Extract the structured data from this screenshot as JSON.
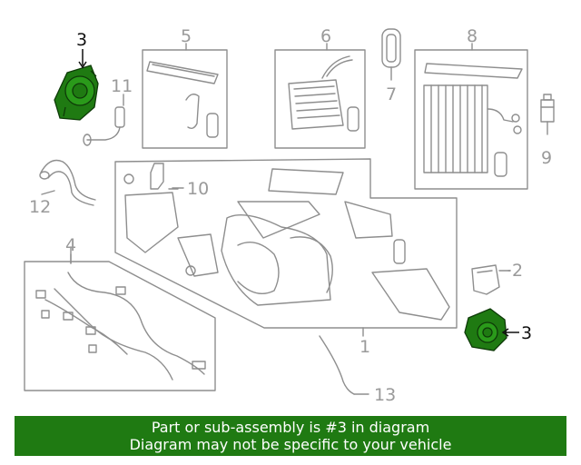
{
  "diagram": {
    "callouts": [
      "1",
      "2",
      "3",
      "3",
      "4",
      "5",
      "6",
      "7",
      "8",
      "9",
      "10",
      "11",
      "12",
      "13"
    ],
    "highlight_color": "#1f7a12",
    "line_color": "#9a9a9a"
  },
  "banner": {
    "line1": "Part or sub-assembly is #3 in diagram",
    "line2": "Diagram may not be specific to your vehicle",
    "background": "#1f7a12"
  }
}
